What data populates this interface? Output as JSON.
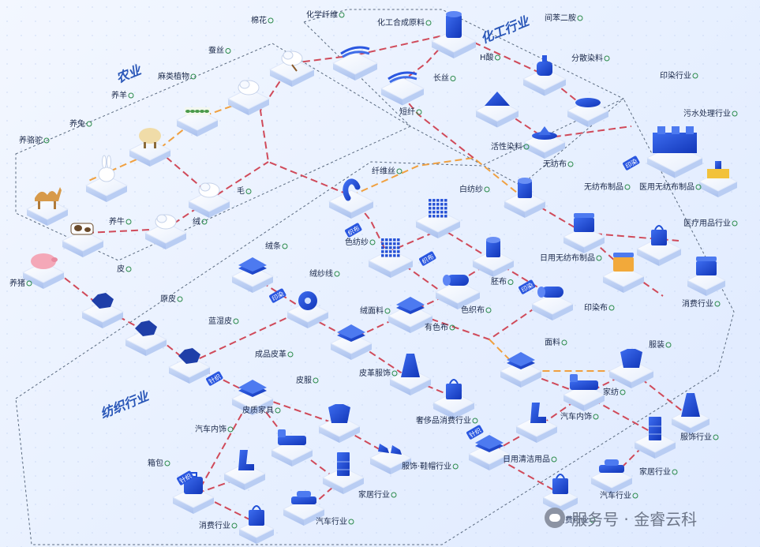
{
  "regions": {
    "agriculture": "农业",
    "chemical": "化工行业",
    "textile": "纺织行业"
  },
  "watermark": "服务号 · 金睿云科",
  "tags": [
    "织布",
    "织布",
    "印染",
    "印染",
    "印染",
    "针织",
    "针织",
    "针织"
  ],
  "labels": {
    "mianhua": "棉花",
    "huaxue": "化学纤维",
    "huagong": "化工合成原料",
    "jianben": "间苯二胺",
    "cansi": "蚕丝",
    "mamahua": "麻类植物",
    "yangyang": "养羊",
    "yangtu": "养兔",
    "yangluotuo": "养骆驼",
    "yangniu": "养牛",
    "yangzhu": "养猪",
    "hqiao": "H酸",
    "changsi": "长丝",
    "fensan": "分散染料",
    "yinran_hy": "印染行业",
    "duanxian": "短纤",
    "wushui": "污水处理行业",
    "huoxing": "活性染料",
    "wufangbu": "无纺布",
    "wufang_zhipin": "无纺布制品",
    "yiyong_wufang": "医用无纺布制品",
    "mao": "毛",
    "rong": "绒",
    "pi": "皮",
    "xianweisi": "纤维丝",
    "baifangsha": "白纺纱",
    "yiliao": "医疗用品行业",
    "sefangsha": "色纺纱",
    "riyong_wufang": "日用无纺布制品",
    "rongtiao": "绒条",
    "rongshaxian": "绒纱线",
    "pibu": "胚布",
    "yuanpi": "原皮",
    "sezhibu": "色织布",
    "yinranbu": "印染布",
    "xiaofei": "消费行业",
    "rongmianliao": "绒面料",
    "youse": "有色布",
    "lanshipi": "蓝湿皮",
    "mianliao": "面料",
    "fuzhuang": "服装",
    "chengpin_pige": "成品皮革",
    "pige_fushi": "皮革服饰",
    "pifu": "皮服",
    "jiafang": "家纺",
    "qiche_neishi_r": "汽车内饰",
    "pizhi_jiaju": "皮质家具",
    "shechi": "奢侈品消费行业",
    "fushi_hangye": "服饰行业",
    "qiche_neishi_l": "汽车内饰",
    "jiaju_r": "家居行业",
    "xiangbao": "箱包",
    "fushi_xiemao": "服饰·鞋帽行业",
    "riyong_qingjie": "日用清洁用品",
    "jiaju_l": "家居行业",
    "qiche_r": "汽车行业",
    "xiaofei_b": "消费行业",
    "qiche_b": "汽车行业",
    "xiaofei_b2": "消费行业"
  },
  "colors": {
    "accent": "#2a57b8",
    "icon_blue": "#1f4fd6",
    "line_red": "#d04a5a",
    "line_orange": "#f0a040",
    "dashed": "#5a6a80"
  }
}
